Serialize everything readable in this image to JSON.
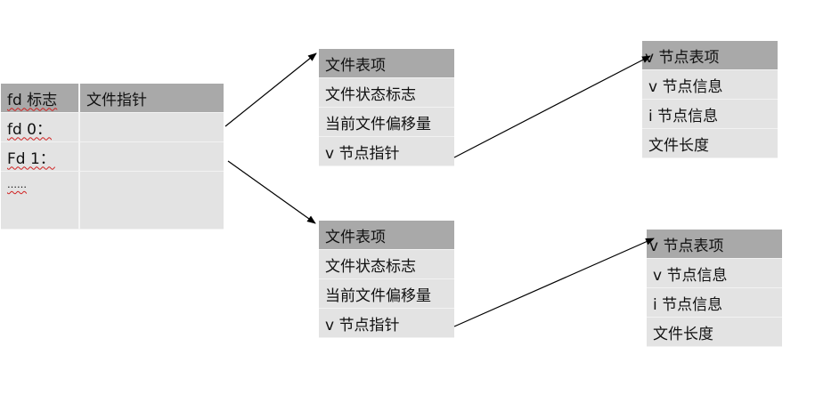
{
  "fd_table": {
    "header": [
      "fd 标志",
      "文件指针"
    ],
    "rows": [
      [
        "fd 0：",
        ""
      ],
      [
        "Fd 1：",
        ""
      ],
      [
        "……",
        ""
      ]
    ]
  },
  "file_table_1": {
    "title": "文件表项",
    "rows": [
      "文件状态标志",
      "当前文件偏移量",
      "v 节点指针"
    ]
  },
  "file_table_2": {
    "title": "文件表项",
    "rows": [
      "文件状态标志",
      "当前文件偏移量",
      "v 节点指针"
    ]
  },
  "vnode_table_1": {
    "title": "v 节点表项",
    "rows": [
      "v 节点信息",
      "i 节点信息",
      "文件长度"
    ]
  },
  "vnode_table_2": {
    "title": "v 节点表项",
    "rows": [
      "v 节点信息",
      "i 节点信息",
      "文件长度"
    ]
  },
  "colors": {
    "header_bg": "#a9a9a9",
    "cell_bg": "#e3e3e3",
    "arrow": "#000000"
  }
}
